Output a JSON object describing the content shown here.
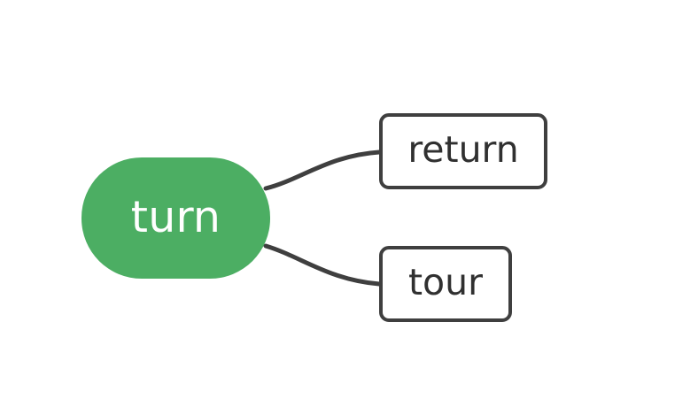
{
  "diagram": {
    "type": "mindmap",
    "background_color": "#ffffff",
    "root": {
      "id": "root",
      "label": "turn",
      "shape": "rounded-stadium",
      "fill_color": "#4cae63",
      "text_color": "#ffffff"
    },
    "children": [
      {
        "id": "return",
        "label": "return",
        "shape": "rounded-rect",
        "fill_color": "#ffffff",
        "border_color": "#3f3f3f",
        "text_color": "#303030"
      },
      {
        "id": "tour",
        "label": "tour",
        "shape": "rounded-rect",
        "fill_color": "#ffffff",
        "border_color": "#3f3f3f",
        "text_color": "#303030"
      }
    ],
    "edges": [
      {
        "from": "root",
        "to": "return",
        "style": "curve",
        "color": "#3f3f3f",
        "width": 5
      },
      {
        "from": "root",
        "to": "tour",
        "style": "curve",
        "color": "#3f3f3f",
        "width": 5
      }
    ]
  }
}
